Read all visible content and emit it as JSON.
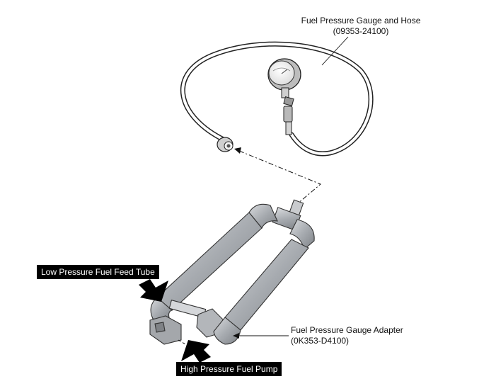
{
  "labels": {
    "gauge_name": "Fuel Pressure Gauge and Hose",
    "gauge_part": "(09353-24100)",
    "adapter_name": "Fuel Pressure Gauge Adapter",
    "adapter_part": "(0K353-D4100)",
    "low_pressure": "Low Pressure Fuel Feed Tube",
    "high_pressure": "High Pressure Fuel Pump"
  },
  "colors": {
    "callout_bg": "#000000",
    "callout_text": "#ffffff",
    "tube": "#a9acb1",
    "line": "#111111"
  }
}
